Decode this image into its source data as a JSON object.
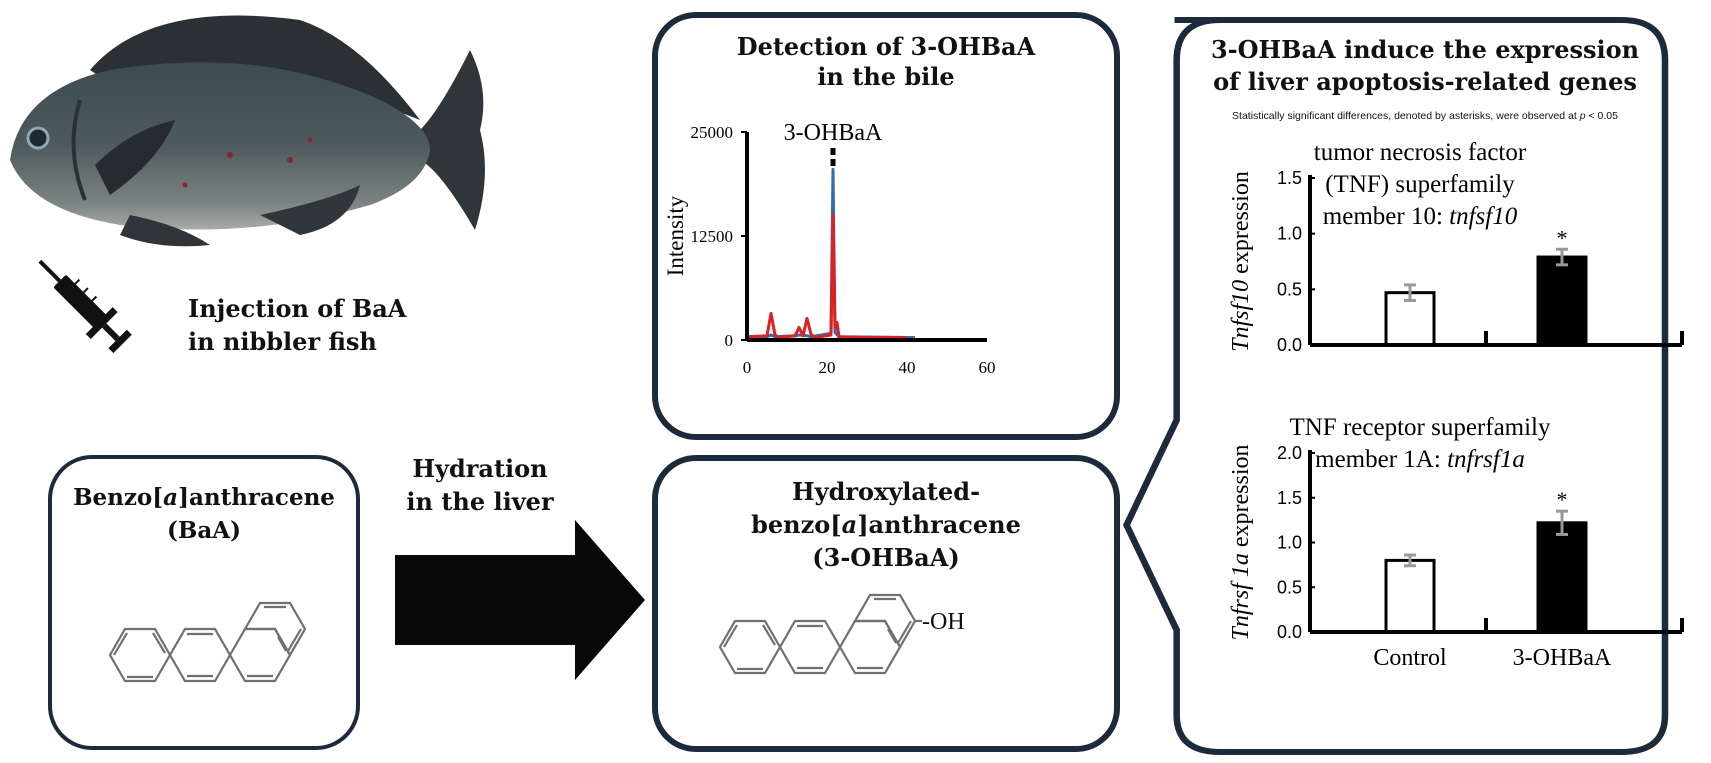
{
  "fish": {
    "caption_line1": "Injection of BaA",
    "caption_line2": "in nibbler fish"
  },
  "baa_panel": {
    "title_prefix": "Benzo[",
    "title_italic": "a",
    "title_suffix": "]anthracene",
    "abbrev": "(BaA)"
  },
  "hydration": {
    "line1": "Hydration",
    "line2": "in the liver"
  },
  "ohbaa_panel": {
    "line1": "Hydroxylated-",
    "line2_prefix": "benzo[",
    "line2_italic": "a",
    "line2_suffix": "]anthracene",
    "abbrev": "(3-OHBaA)",
    "oh_label": "-OH"
  },
  "detection_panel": {
    "title_line1": "Detection of 3-OHBaA",
    "title_line2": "in the bile"
  },
  "genes_panel": {
    "title_line1": "3-OHBaA induce the expression",
    "title_line2": "of liver apoptosis-related genes",
    "note_prefix": "Statistically significant differences, denoted by asterisks, were observed at ",
    "note_p": "p",
    "note_suffix": " < 0.05"
  },
  "chart_data": [
    {
      "type": "line",
      "ylabel": "Intensity",
      "peak_label": "3-OHBaA",
      "xlim": [
        0,
        60
      ],
      "ylim": [
        0,
        25000
      ],
      "xticks": [
        "0",
        "20",
        "40",
        "60"
      ],
      "yticks": [
        "0",
        "12500",
        "25000"
      ],
      "series": [
        {
          "color": "#2f6fb0",
          "x": [
            0,
            5,
            6,
            7,
            12,
            13,
            15,
            16,
            21,
            21.5,
            22,
            23,
            40,
            42
          ],
          "y": [
            400,
            400,
            600,
            400,
            500,
            600,
            500,
            400,
            800,
            20500,
            900,
            400,
            300,
            300
          ]
        },
        {
          "color": "#e02020",
          "x": [
            0,
            5,
            6,
            7,
            8,
            12,
            13,
            14,
            15,
            16,
            17,
            21,
            21.5,
            22,
            22.5,
            23,
            30,
            40
          ],
          "y": [
            400,
            500,
            3200,
            600,
            300,
            500,
            1500,
            500,
            2600,
            700,
            300,
            600,
            15000,
            1500,
            2100,
            400,
            300,
            300
          ]
        }
      ]
    },
    {
      "type": "bar",
      "title_line1": "tumor necrosis factor",
      "title_line2": "(TNF) superfamily",
      "title_line3_prefix": "member 10: ",
      "title_line3_italic": "tnfsf10",
      "ylabel_italic": "Tnfsf10",
      "ylabel_suffix": " expression",
      "ylim": [
        0,
        1.5
      ],
      "yticks": [
        "0.0",
        "0.5",
        "1.0",
        "1.5"
      ],
      "categories": [
        "Control",
        "3-OHBaA"
      ],
      "values": [
        0.47,
        0.79
      ],
      "errors": [
        0.07,
        0.07
      ],
      "significance": [
        "",
        "*"
      ]
    },
    {
      "type": "bar",
      "title_line1": "TNF receptor superfamily",
      "title_line2_prefix": "member 1A: ",
      "title_line2_italic": "tnfrsf1a",
      "ylabel_italic": "Tnfrsf 1a",
      "ylabel_suffix": " expression",
      "ylim": [
        0,
        2.0
      ],
      "yticks": [
        "0.0",
        "0.5",
        "1.0",
        "1.5",
        "2.0"
      ],
      "categories": [
        "Control",
        "3-OHBaA"
      ],
      "values": [
        0.8,
        1.22
      ],
      "errors": [
        0.06,
        0.13
      ],
      "significance": [
        "",
        "*"
      ]
    }
  ]
}
